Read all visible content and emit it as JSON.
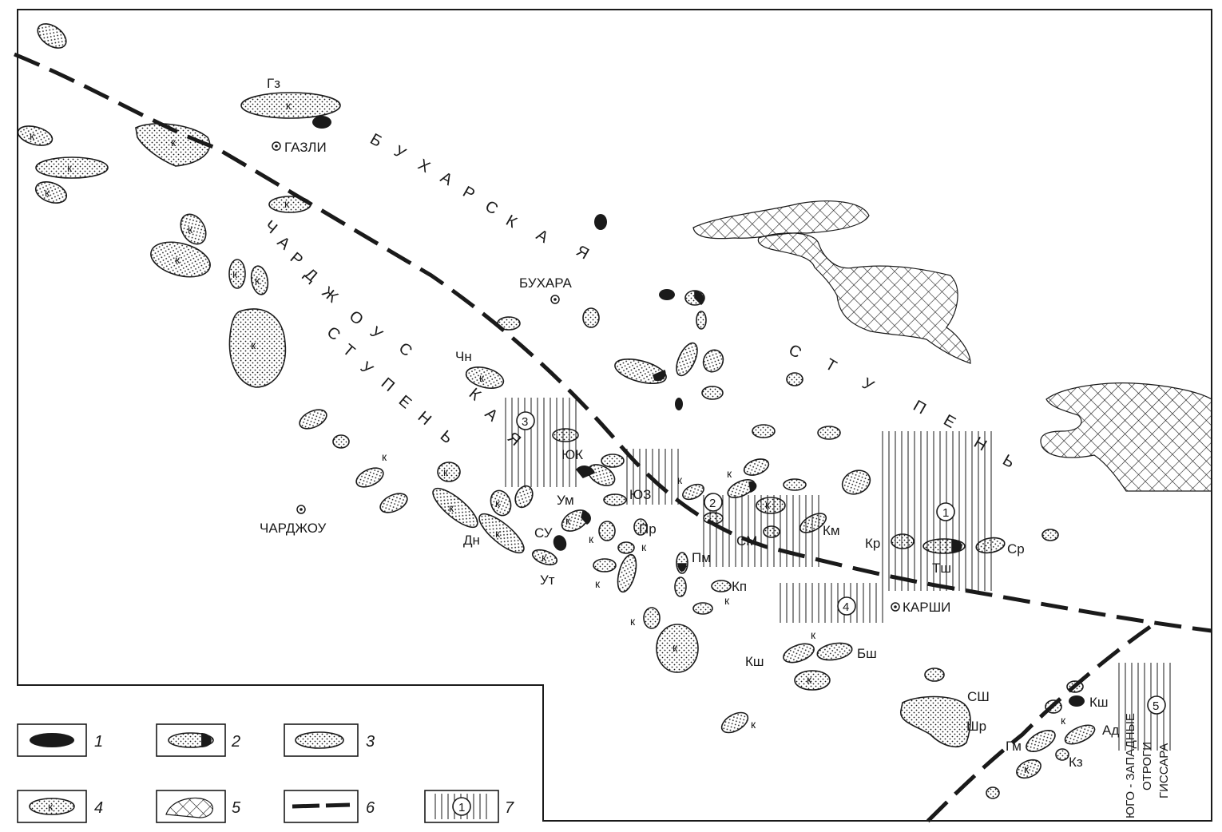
{
  "cities": [
    {
      "name": "ГАЗЛИ"
    },
    {
      "name": "БУХАРА"
    },
    {
      "name": "ЧАРДЖОУ"
    },
    {
      "name": "КАРШИ"
    }
  ],
  "regions": {
    "bukhara_step": [
      "Б",
      "У",
      "Х",
      "А",
      "Р",
      "С",
      "К",
      "А",
      "Я"
    ],
    "chardzhou_step_1": [
      "Ч",
      "А",
      "Р",
      "Д",
      "Ж",
      "О",
      "У",
      "С",
      "К",
      "А",
      "Я"
    ],
    "chardzhou_step_2": [
      "С",
      "Т",
      "У",
      "П",
      "Е",
      "Н",
      "Ь"
    ],
    "step_right": [
      "С",
      "Т",
      "У",
      "П",
      "Е",
      "Н",
      "Ь"
    ],
    "gissar": [
      "ЮГО - ЗАПАДНЫЕ",
      "ОТРОГИ",
      "ГИССАРА"
    ]
  },
  "field_labels": [
    "Гз",
    "Чн",
    "ЮК",
    "Ум",
    "СУ",
    "ЮЗ",
    "Дн",
    "Ут",
    "Пр",
    "Пм",
    "Кп",
    "СМ",
    "Км",
    "Кр",
    "Тш",
    "Ср",
    "Кш",
    "Бш",
    "СШ",
    "Шр",
    "Гм",
    "Ад",
    "Кз",
    "Кш"
  ],
  "k_marker": "к",
  "zone_numbers": [
    "1",
    "2",
    "3",
    "4",
    "5"
  ],
  "legend": {
    "items": [
      {
        "num": "1"
      },
      {
        "num": "2"
      },
      {
        "num": "3"
      },
      {
        "num": "4",
        "marker": "к"
      },
      {
        "num": "5"
      },
      {
        "num": "6"
      },
      {
        "num": "7",
        "circle": "1"
      }
    ]
  }
}
